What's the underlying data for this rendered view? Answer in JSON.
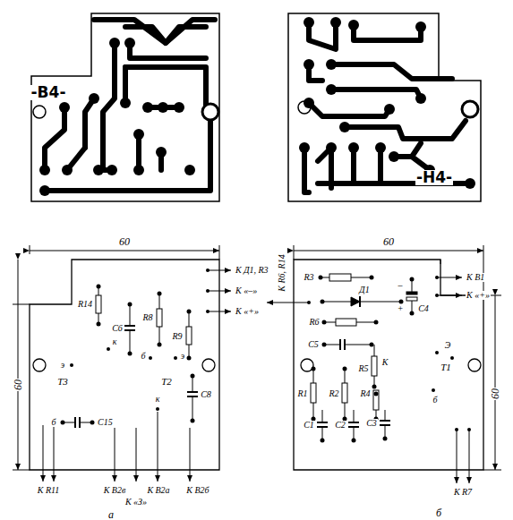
{
  "diagram": {
    "labels": [
      "-В4-",
      "-Н4-",
      "60",
      "60",
      "К Д1, R3",
      "К «–»",
      "К «+»",
      "R14",
      "С6",
      "R8",
      "R9",
      "к",
      "б",
      "э",
      "э",
      "Т3",
      "Т2",
      "к",
      "С8",
      "б",
      "С15",
      "К R11",
      "К В2в",
      "К «З»",
      "К В2а",
      "К В2б",
      "а",
      "60",
      "60",
      "К R6, R14",
      "R3",
      "Д1",
      "–",
      "+",
      "С4",
      "R6",
      "С5",
      "R5",
      "К",
      "Э",
      "Т1",
      "б",
      "R1",
      "С1",
      "R2",
      "С2",
      "R4",
      "С3",
      "К В1",
      "К «+»",
      "К R7",
      "б"
    ]
  }
}
